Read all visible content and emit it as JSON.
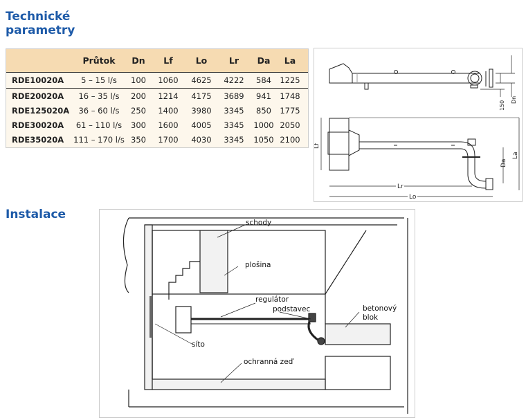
{
  "sections": {
    "technical_title_line1": "Technické",
    "technical_title_line2": "parametry",
    "installation_title": "Instalace"
  },
  "table": {
    "headers": [
      "",
      "Průtok",
      "Dn",
      "Lf",
      "Lo",
      "Lr",
      "Da",
      "La"
    ],
    "rows": [
      [
        "RDE10020A",
        "5 – 15 l/s",
        "100",
        "1060",
        "4625",
        "4222",
        "584",
        "1225"
      ],
      [
        "RDE20020A",
        "16 – 35 l/s",
        "200",
        "1214",
        "4175",
        "3689",
        "941",
        "1748"
      ],
      [
        "RDE125020A",
        "36 – 60 l/s",
        "250",
        "1400",
        "3980",
        "3345",
        "850",
        "1775"
      ],
      [
        "RDE30020A",
        "61 – 110 l/s",
        "300",
        "1600",
        "4005",
        "3345",
        "1000",
        "2050"
      ],
      [
        "RDE35020A",
        "111 – 170 l/s",
        "350",
        "1700",
        "4030",
        "3345",
        "1050",
        "2100"
      ]
    ]
  },
  "diagram": {
    "labels": {
      "dn": "Dn",
      "d150": "150",
      "lf": "Lf",
      "la": "La",
      "da": "Da",
      "lr": "Lr",
      "lo": "Lo"
    }
  },
  "installation": {
    "labels": {
      "schody": "schody",
      "plosina": "plošina",
      "regulator": "regulátor",
      "podstavec": "podstavec",
      "betonovy_blok_1": "betonový",
      "betonovy_blok_2": "blok",
      "sito": "síto",
      "ochranna_zed": "ochranná zeď"
    }
  },
  "colors": {
    "title": "#1d5aa8",
    "header_bg": "#f6dbb2",
    "table_bg": "#fdf7ec"
  }
}
